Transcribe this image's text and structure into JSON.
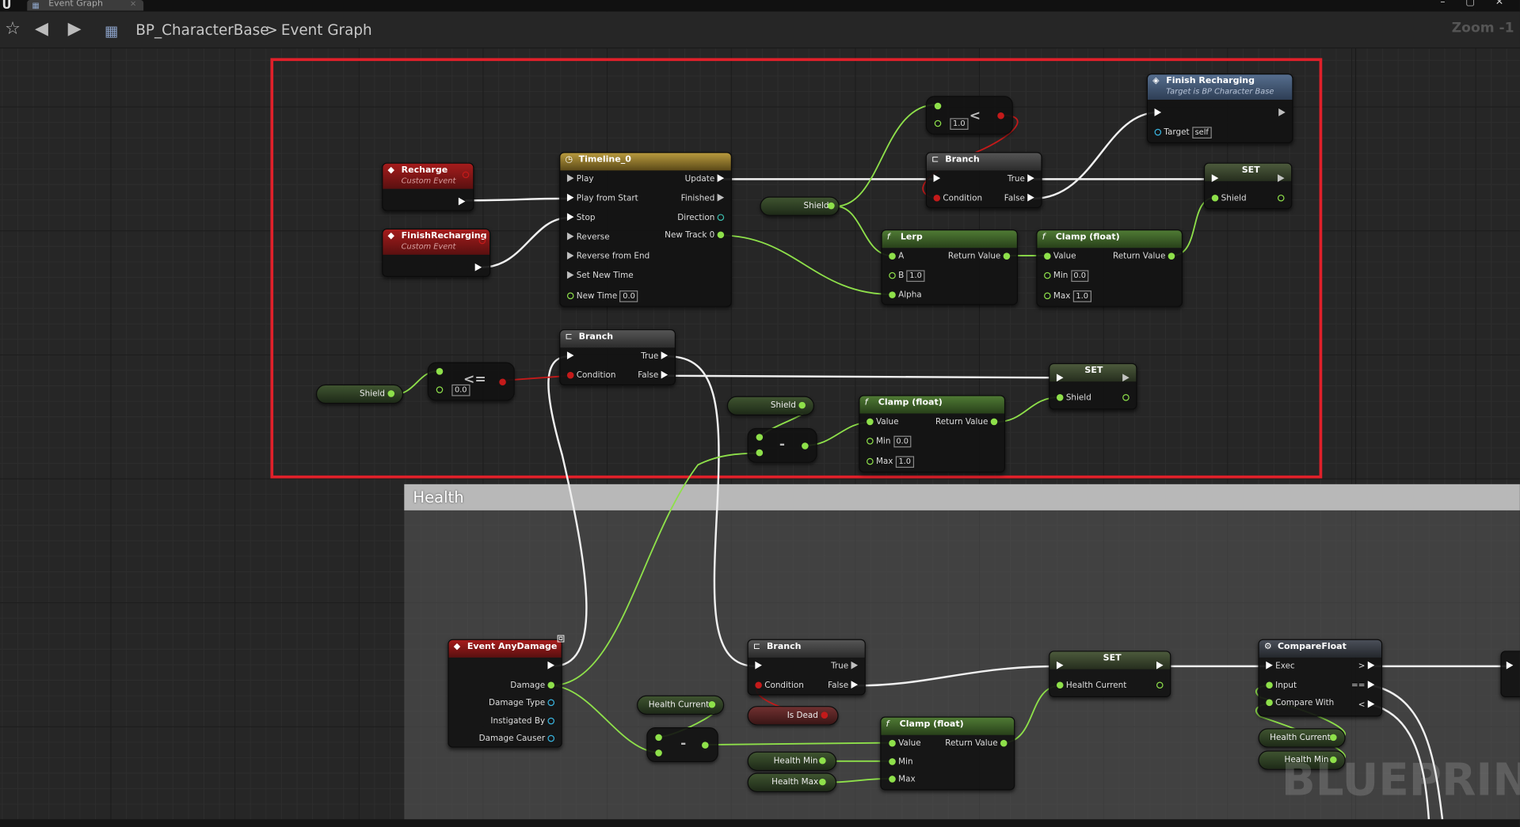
{
  "window": {
    "tab_title": "Event Graph",
    "tab_close": "×",
    "controls": "– ▢ ✕"
  },
  "toolbar": {
    "blueprint_name": "BP_CharacterBase",
    "separator": ">",
    "graph_name": "Event Graph",
    "zoom": "Zoom -1"
  },
  "comment": {
    "title": "Health"
  },
  "watermark": "BLUEPRINT",
  "nodes": {
    "recharge": {
      "title": "Recharge",
      "subtitle": "Custom Event"
    },
    "finish_recharging_event": {
      "title": "FinishRecharging",
      "subtitle": "Custom Event"
    },
    "timeline": {
      "title": "Timeline_0",
      "inputs": [
        "Play",
        "Play from Start",
        "Stop",
        "Reverse",
        "Reverse from End",
        "Set New Time",
        "New Time"
      ],
      "new_time_value": "0.0",
      "outputs": [
        "Update",
        "Finished",
        "Direction",
        "New Track 0"
      ]
    },
    "less_than": {
      "value": "1.0"
    },
    "branch_top": {
      "title": "Branch",
      "condition": "Condition",
      "true": "True",
      "false": "False"
    },
    "finish_recharging_call": {
      "title": "Finish Recharging",
      "subtitle": "Target is BP Character Base",
      "target_label": "Target",
      "target_value": "self"
    },
    "set_top": {
      "title": "SET",
      "pin": "Shield"
    },
    "shield_var_1": "Shield",
    "lerp": {
      "title": "Lerp",
      "a": "A",
      "b": "B",
      "b_value": "1.0",
      "alpha": "Alpha",
      "return": "Return Value"
    },
    "clamp_top": {
      "title": "Clamp (float)",
      "value": "Value",
      "min": "Min",
      "min_value": "0.0",
      "max": "Max",
      "max_value": "1.0",
      "return": "Return Value"
    },
    "branch_mid": {
      "title": "Branch",
      "condition": "Condition",
      "true": "True",
      "false": "False"
    },
    "shield_var_2": "Shield",
    "lte": {
      "symbol": "<=",
      "value": "0.0"
    },
    "set_mid": {
      "title": "SET",
      "pin": "Shield"
    },
    "shield_var_3": "Shield",
    "subtract_mid": {
      "symbol": "-"
    },
    "clamp_mid": {
      "title": "Clamp (float)",
      "value": "Value",
      "min": "Min",
      "min_value": "0.0",
      "max": "Max",
      "max_value": "1.0",
      "return": "Return Value"
    },
    "any_damage": {
      "title": "Event AnyDamage",
      "pins": [
        "Damage",
        "Damage Type",
        "Instigated By",
        "Damage Causer"
      ]
    },
    "health_current_var": "Health Current",
    "subtract_bottom": {
      "symbol": "-"
    },
    "health_min_var": "Health Min",
    "health_max_var": "Health Max",
    "branch_bottom": {
      "title": "Branch",
      "condition": "Condition",
      "true": "True",
      "false": "False"
    },
    "is_dead_var": "Is Dead",
    "clamp_bottom": {
      "title": "Clamp (float)",
      "value": "Value",
      "min": "Min",
      "max": "Max",
      "return": "Return Value"
    },
    "set_bottom": {
      "title": "SET",
      "pin": "Health Current"
    },
    "compare_float": {
      "title": "CompareFloat",
      "exec": "Exec",
      "input": "Input",
      "compare_with": "Compare With",
      "gt": ">",
      "eq": "==",
      "lt": "<"
    },
    "health_current_var_2": "Health Current",
    "health_min_var_2": "Health Min"
  },
  "colors": {
    "float_pin": "#8ee04a",
    "bool_pin": "#c41a1a",
    "object_pin": "#39b5e0",
    "highlight": "#e0202a",
    "event_header": "#a51c1c",
    "timeline_header": "#b89a3e",
    "function_header": "#4f7a34"
  }
}
